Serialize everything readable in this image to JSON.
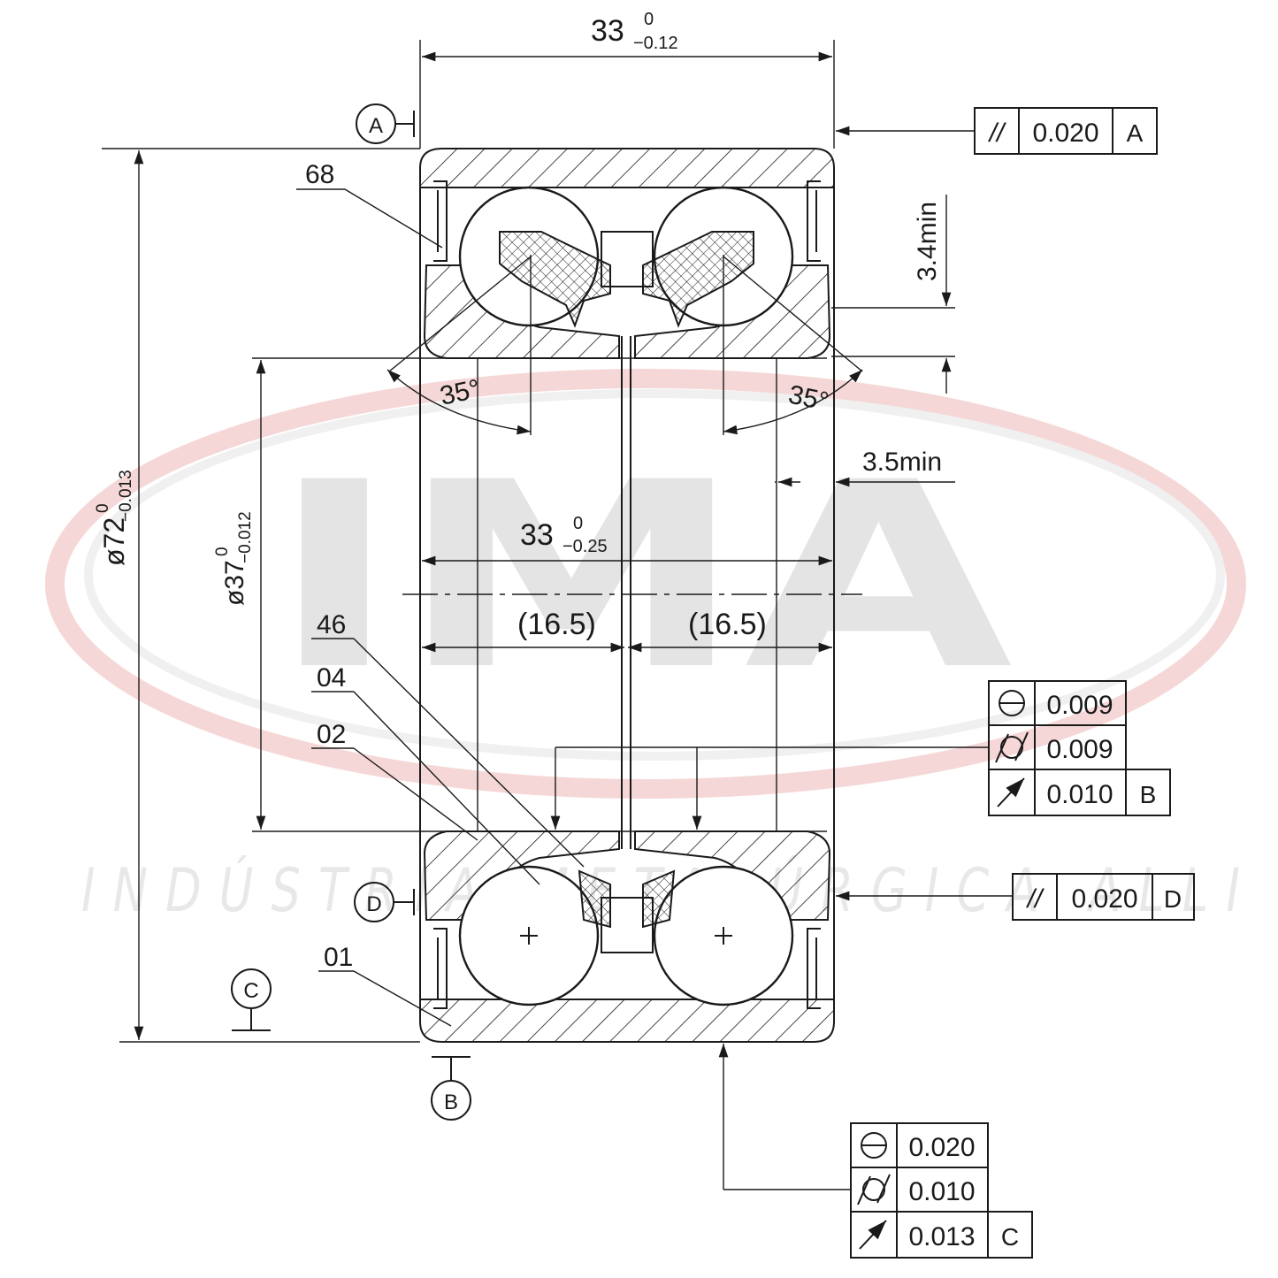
{
  "watermark": {
    "logo_text": "IMA",
    "subtitle": "INDÚSTRIA METALÚRGICA ALLI",
    "ring_color": "#f2c8c8",
    "letter_color": "#e2e2e2"
  },
  "datums": {
    "a": "A",
    "b": "B",
    "c": "C",
    "d": "D"
  },
  "dimensions": {
    "top_width": "33",
    "top_width_upper": "0",
    "top_width_lower": "−0.12",
    "inner_width": "33",
    "inner_width_upper": "0",
    "inner_width_lower": "−0.25",
    "half_left": "(16.5)",
    "half_right": "(16.5)",
    "outer_dia": "ø72",
    "outer_dia_upper": "0",
    "outer_dia_lower": "−0.013",
    "inner_dia": "ø37",
    "inner_dia_upper": "0",
    "inner_dia_lower": "−0.012",
    "min_34": "3.4min",
    "min_35": "3.5min",
    "angle_left": "35°",
    "angle_right": "35°"
  },
  "parts": {
    "p68": "68",
    "p46": "46",
    "p04": "04",
    "p02": "02",
    "p01": "01"
  },
  "tolerances": {
    "top_parallel": {
      "symbol": "//",
      "value": "0.020",
      "datum": "A"
    },
    "mid_roundness": {
      "value": "0.009"
    },
    "mid_cylindricity": {
      "value": "0.009"
    },
    "mid_runout": {
      "value": "0.010",
      "datum": "B"
    },
    "d_parallel": {
      "symbol": "//",
      "value": "0.020",
      "datum": "D"
    },
    "bot_roundness": {
      "value": "0.020"
    },
    "bot_cylindricity": {
      "value": "0.010"
    },
    "bot_runout": {
      "value": "0.013",
      "datum": "C"
    }
  }
}
